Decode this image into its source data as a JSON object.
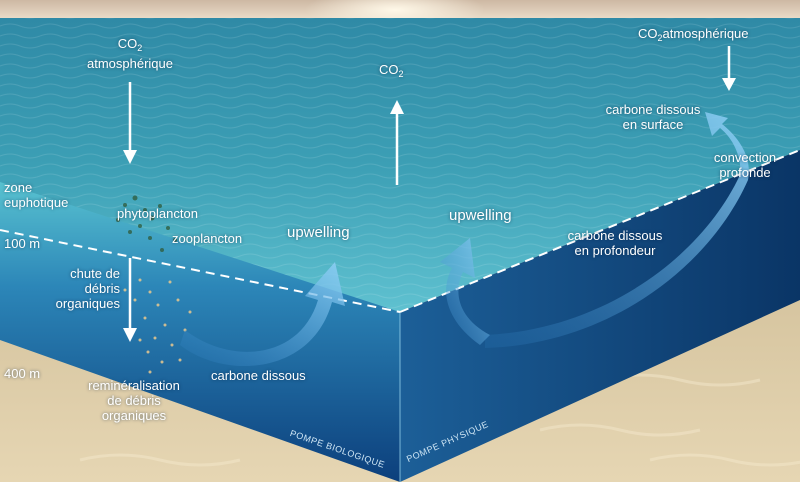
{
  "labels": {
    "co2_atmos_left_main": "CO",
    "co2_atmos_left_sub": "2",
    "co2_atmos_left_word": "atmosphérique",
    "co2_out_main": "CO",
    "co2_out_sub": "2",
    "co2_atmos_right_main": "CO",
    "co2_atmos_right_sub": "2",
    "co2_atmos_right_word": "atmosphérique",
    "carbone_dissous_surface_1": "carbone dissous",
    "carbone_dissous_surface_2": "en surface",
    "convection_1": "convection",
    "convection_2": "profonde",
    "zone_euphotique_1": "zone",
    "zone_euphotique_2": "euphotique",
    "phytoplancton": "phytoplancton",
    "zooplancton": "zooplancton",
    "upwelling_left": "upwelling",
    "upwelling_right": "upwelling",
    "carbone_dissous_profondeur_1": "carbone dissous",
    "carbone_dissous_profondeur_2": "en profondeur",
    "depth_100": "100 m",
    "depth_400": "400 m",
    "chute_1": "chute de",
    "chute_2": "débris",
    "chute_3": "organiques",
    "remin_1": "reminéralisation",
    "remin_2": "de débris",
    "remin_3": "organiques",
    "carbone_dissous": "carbone dissous",
    "pompe_biologique": "POMPE BIOLOGIQUE",
    "pompe_physique": "POMPE PHYSIQUE"
  },
  "colors": {
    "sky": "#e8d9c4",
    "sea_surface": "#3c9fb5",
    "water_top": "#49b5c8",
    "water_deep": "#0b3f7a",
    "side_right": "#0a3b70",
    "sand": "#d7c39c",
    "arrow_blue": "#6fb8e6"
  }
}
